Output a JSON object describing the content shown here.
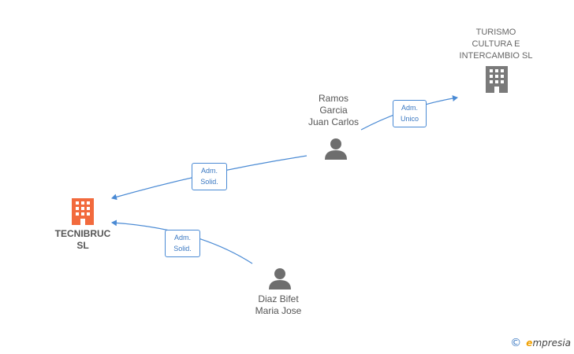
{
  "nodes": {
    "turismo": {
      "lines": [
        "TURISMO",
        "CULTURA E",
        "INTERCAMBIO SL"
      ]
    },
    "tecnibruc": {
      "lines": [
        "TECNIBRUC",
        "SL"
      ]
    },
    "ramos": {
      "lines": [
        "Ramos",
        "Garcia",
        "Juan Carlos"
      ]
    },
    "diaz": {
      "lines": [
        "Diaz Bifet",
        "Maria Jose"
      ]
    }
  },
  "edges": {
    "ramos_to_turismo": {
      "lines": [
        "Adm.",
        "Unico"
      ]
    },
    "ramos_to_tecnibruc": {
      "lines": [
        "Adm.",
        "Solid."
      ]
    },
    "diaz_to_tecnibruc": {
      "lines": [
        "Adm.",
        "Solid."
      ]
    }
  },
  "colors": {
    "edge": "#4a8ad4",
    "main_company": "#f26a3d",
    "company": "#7a7a7a",
    "person": "#6e6e6e"
  },
  "brand": {
    "copyright": "©",
    "e": "e",
    "rest": "mpresia"
  }
}
